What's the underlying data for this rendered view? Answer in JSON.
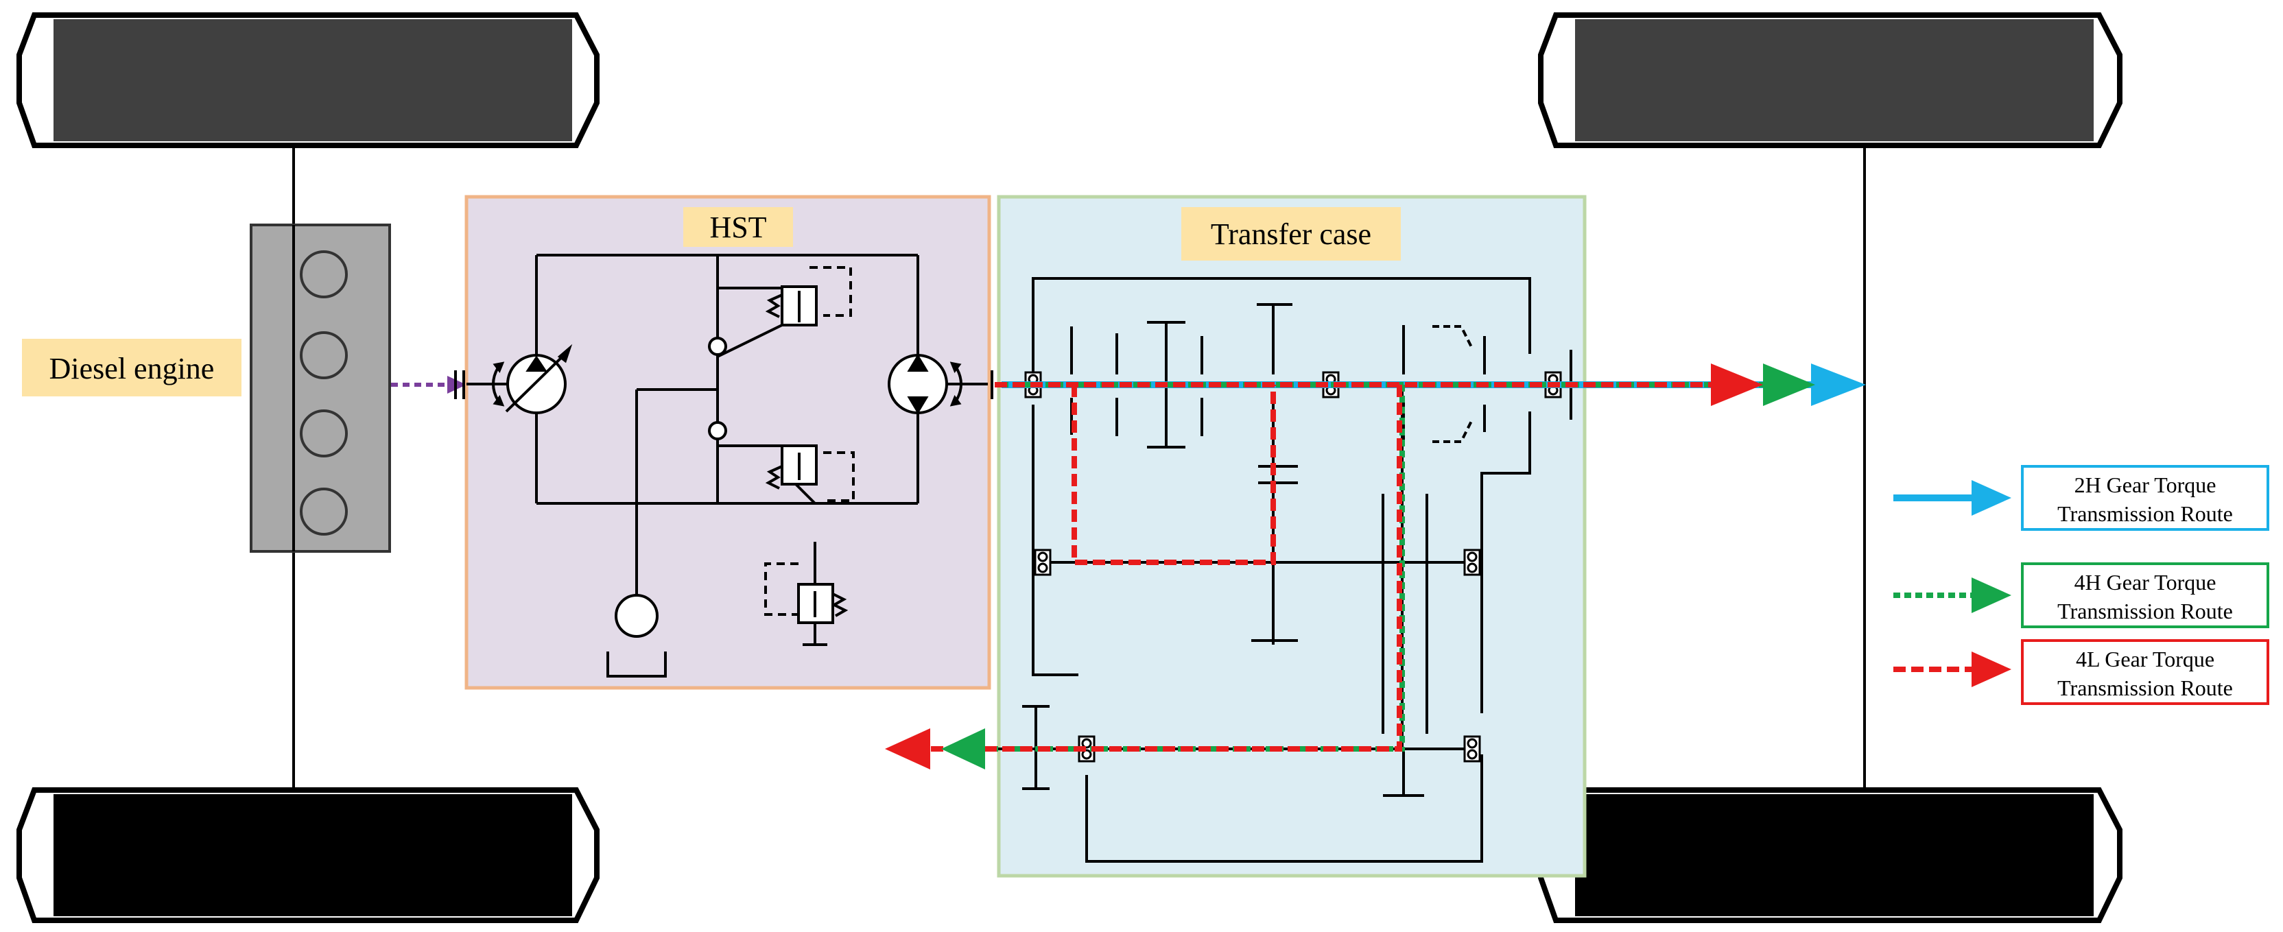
{
  "labels": {
    "engine": "Diesel engine",
    "hst": "HST",
    "transfer_case": "Transfer case"
  },
  "legend": [
    {
      "line1": "2H Gear Torque",
      "line2": "Transmission Route",
      "color": "#1ab0e8",
      "style": "solid"
    },
    {
      "line1": "4H Gear Torque",
      "line2": "Transmission Route",
      "color": "#16a64a",
      "style": "dotted"
    },
    {
      "line1": "4L Gear Torque",
      "line2": "Transmission Route",
      "color": "#e81c1c",
      "style": "dashed"
    }
  ],
  "colors": {
    "label_bg": "#fde3a5",
    "hst_fill": "#e3dbe8",
    "hst_border": "#f0b487",
    "tc_fill": "#dcedf3",
    "tc_border": "#bcd7a6",
    "engine_fill": "#a9a9a9",
    "tire_top": "#404040",
    "tire_bottom": "#000000",
    "engine_arrow": "#7a3f9c",
    "route_2h": "#1ab0e8",
    "route_4h": "#16a64a",
    "route_4l": "#e81c1c"
  }
}
